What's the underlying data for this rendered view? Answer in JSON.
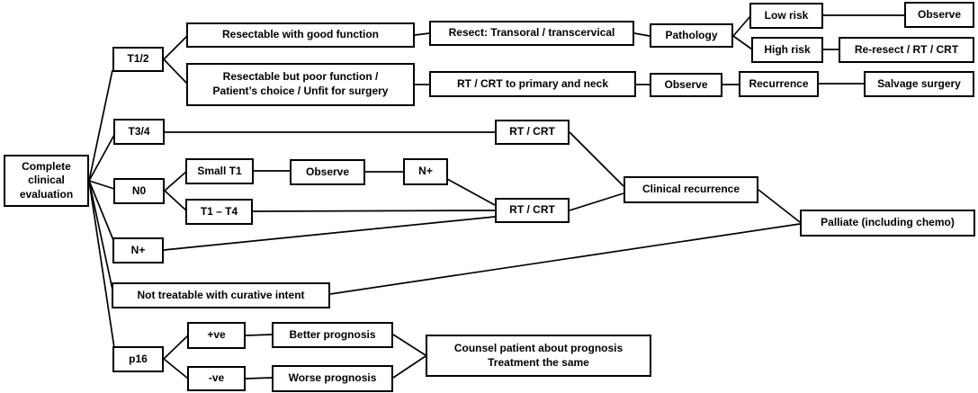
{
  "diagram": {
    "type": "flowchart",
    "subject": "Clinical evaluation and treatment decision tree",
    "colors": {
      "background": "#ffffff",
      "box_border": "#000000",
      "text": "#000000",
      "connector": "#000000"
    }
  },
  "nodes": {
    "complete": "Complete\nclinical\nevaluation",
    "t12": "T1/2",
    "resect_good": "Resectable with good function",
    "resect_op": "Resect: Transoral / transcervical",
    "pathology": "Pathology",
    "low_risk": "Low risk",
    "observe_top": "Observe",
    "high_risk": "High risk",
    "re_resect": "Re-resect / RT / CRT",
    "resect_poor": "Resectable but poor function /\nPatient’s choice / Unfit for surgery",
    "rt_crt_neck": "RT / CRT to primary and neck",
    "observe_mid": "Observe",
    "recurrence": "Recurrence",
    "salvage": "Salvage surgery",
    "t34": "T3/4",
    "rt_crt_1": "RT / CRT",
    "n0": "N0",
    "small_t1": "Small T1",
    "observe_n0": "Observe",
    "n_plus_2": "N+",
    "t1_t4": "T1 – T4",
    "rt_crt_2": "RT / CRT",
    "clin_rec": "Clinical recurrence",
    "palliate": "Palliate (including chemo)",
    "n_plus_1": "N+",
    "not_treat": "Not treatable with curative intent",
    "p16": "p16",
    "pos": "+ve",
    "neg": "-ve",
    "better": "Better prognosis",
    "worse": "Worse prognosis",
    "counsel": "Counsel patient about prognosis\nTreatment the same"
  },
  "edges": [
    {
      "from": "complete",
      "to": "t12"
    },
    {
      "from": "complete",
      "to": "t34"
    },
    {
      "from": "complete",
      "to": "n0"
    },
    {
      "from": "complete",
      "to": "n_plus_1"
    },
    {
      "from": "complete",
      "to": "not_treat"
    },
    {
      "from": "complete",
      "to": "p16"
    },
    {
      "from": "t12",
      "to": "resect_good"
    },
    {
      "from": "t12",
      "to": "resect_poor"
    },
    {
      "from": "resect_good",
      "to": "resect_op"
    },
    {
      "from": "resect_op",
      "to": "pathology"
    },
    {
      "from": "pathology",
      "to": "low_risk"
    },
    {
      "from": "pathology",
      "to": "high_risk"
    },
    {
      "from": "low_risk",
      "to": "observe_top"
    },
    {
      "from": "high_risk",
      "to": "re_resect"
    },
    {
      "from": "resect_poor",
      "to": "rt_crt_neck"
    },
    {
      "from": "rt_crt_neck",
      "to": "observe_mid"
    },
    {
      "from": "observe_mid",
      "to": "recurrence"
    },
    {
      "from": "recurrence",
      "to": "salvage"
    },
    {
      "from": "t34",
      "to": "rt_crt_1"
    },
    {
      "from": "n0",
      "to": "small_t1"
    },
    {
      "from": "n0",
      "to": "t1_t4"
    },
    {
      "from": "small_t1",
      "to": "observe_n0"
    },
    {
      "from": "observe_n0",
      "to": "n_plus_2"
    },
    {
      "from": "n_plus_2",
      "to": "rt_crt_2"
    },
    {
      "from": "t1_t4",
      "to": "rt_crt_2"
    },
    {
      "from": "n_plus_1",
      "to": "rt_crt_2"
    },
    {
      "from": "rt_crt_1",
      "to": "clin_rec"
    },
    {
      "from": "rt_crt_2",
      "to": "clin_rec"
    },
    {
      "from": "clin_rec",
      "to": "palliate"
    },
    {
      "from": "not_treat",
      "to": "palliate"
    },
    {
      "from": "p16",
      "to": "pos"
    },
    {
      "from": "p16",
      "to": "neg"
    },
    {
      "from": "pos",
      "to": "better"
    },
    {
      "from": "neg",
      "to": "worse"
    },
    {
      "from": "better",
      "to": "counsel"
    },
    {
      "from": "worse",
      "to": "counsel"
    }
  ]
}
